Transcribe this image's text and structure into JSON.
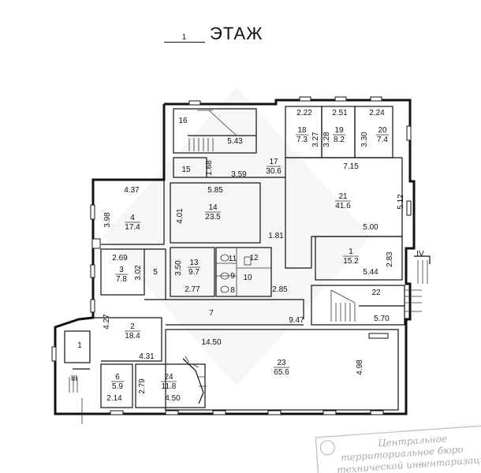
{
  "header": {
    "floor_number": "1",
    "floor_word": "ЭТАЖ"
  },
  "rooms": [
    {
      "id": "16",
      "area": ""
    },
    {
      "id": "15",
      "area": ""
    },
    {
      "id": "17",
      "area": "30.6"
    },
    {
      "id": "18",
      "area": "7.3"
    },
    {
      "id": "19",
      "area": "8.2"
    },
    {
      "id": "20",
      "area": "7.4"
    },
    {
      "id": "21",
      "area": "41.6"
    },
    {
      "id": "4",
      "area": "17.4"
    },
    {
      "id": "14",
      "area": "23.5"
    },
    {
      "id": "3",
      "area": "7.8"
    },
    {
      "id": "5",
      "area": ""
    },
    {
      "id": "13",
      "area": "9.7"
    },
    {
      "id": "12",
      "area": ""
    },
    {
      "id": "11",
      "area": ""
    },
    {
      "id": "9",
      "area": ""
    },
    {
      "id": "8",
      "area": ""
    },
    {
      "id": "10",
      "area": ""
    },
    {
      "id": "1",
      "area": "15.2"
    },
    {
      "id": "22",
      "area": ""
    },
    {
      "id": "2",
      "area": "18.4"
    },
    {
      "id": "7",
      "area": ""
    },
    {
      "id": "1",
      "area": ""
    },
    {
      "id": "23",
      "area": "65.6"
    },
    {
      "id": "6",
      "area": "5.9"
    },
    {
      "id": "24",
      "area": "11.8"
    }
  ],
  "dimensions": [
    "2.22",
    "2.51",
    "2.24",
    "5.43",
    "3.27",
    "3.28",
    "3.30",
    "1.68",
    "3.59",
    "7.15",
    "4.37",
    "5.85",
    "5.12",
    "3.98",
    "4.01",
    "1.81",
    "5.00",
    "2.69",
    "3.02",
    "3.50",
    "2.83",
    "5.44",
    "2.77",
    "2.85",
    "9.47",
    "5.70",
    "4.27",
    "14.50",
    "4.31",
    "4.98",
    "2.79",
    "2.14",
    "4.50"
  ],
  "markers": {
    "entrance_iv": "IV",
    "entrance_iii": "III"
  },
  "stamp": {
    "line1": "Центральное",
    "line2": "территориальное бюро",
    "line3": "технической инвентаризации"
  }
}
